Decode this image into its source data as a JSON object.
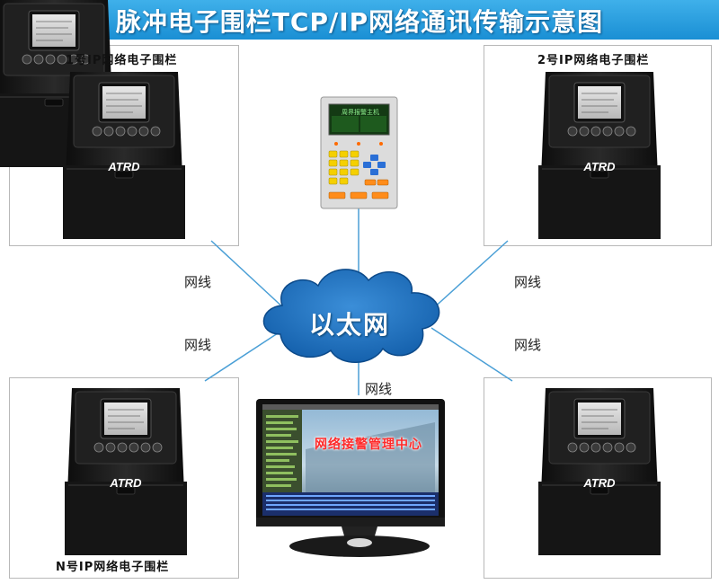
{
  "title": "脉冲电子围栏TCP/IP网络通讯传输示意图",
  "panels": {
    "top_left": "1号IP网络电子围栏",
    "top_right": "2号IP网络电子围栏",
    "bottom_left": "N号IP网络电子围栏"
  },
  "cloud_label": "以太网",
  "wire_label": "网线",
  "monitor_screen_title": "网络接警管理中心",
  "keypad_title": "周界报警主机",
  "device_brand": "ATRD",
  "colors": {
    "title_bar": "#2a9ee0",
    "cloud": "#1a6eb8",
    "wire": "#4a9fd6",
    "device_body": "#1b1b1b",
    "alert_text": "#ff2a2a"
  }
}
